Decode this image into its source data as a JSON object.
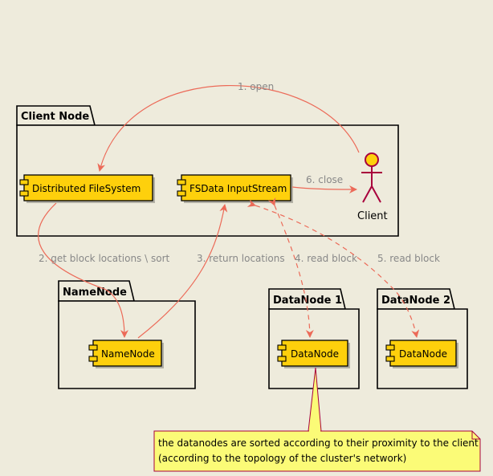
{
  "packages": {
    "client_node": "Client Node",
    "namenode": "NameNode",
    "datanode1": "DataNode 1",
    "datanode2": "DataNode 2"
  },
  "components": {
    "distributed_filesystem": "Distributed FileSystem",
    "fsdata_inputstream": "FSData InputStream",
    "namenode": "NameNode",
    "datanode_1": "DataNode",
    "datanode_2": "DataNode"
  },
  "actor": {
    "label": "Client"
  },
  "edges": {
    "open": "1. open",
    "get_block_locations": "2. get block locations \\ sort",
    "return_locations": "3. return locations",
    "read_block_1": "4. read block",
    "read_block_2": "5. read block",
    "close": "6. close"
  },
  "note": {
    "line1": "the datanodes are sorted according to their proximity to the client",
    "line2": "(according to the topology of the cluster's network)"
  },
  "colors": {
    "background": "#eeebdc",
    "component_fill": "#fed00c",
    "edge": "#ec6a58",
    "actor": "#a8003c",
    "note_fill": "#fbfb77",
    "edge_label": "#888888"
  }
}
